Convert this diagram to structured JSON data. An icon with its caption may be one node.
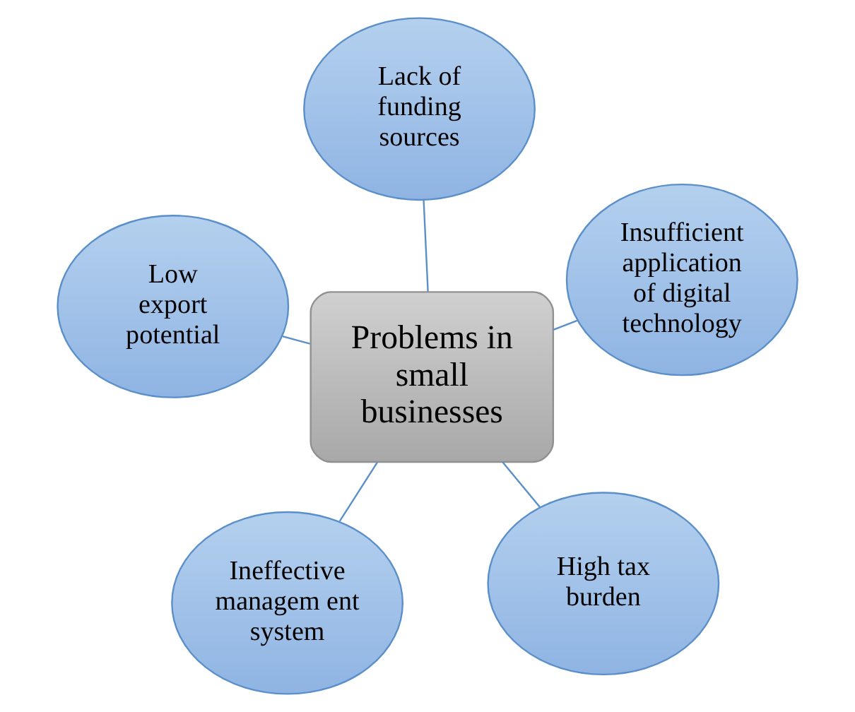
{
  "diagram": {
    "nodes": [
      {
        "text": [
          "Problems in small businesses"
        ]
      },
      {
        "text": [
          "High tax burden"
        ]
      },
      {
        "text": [
          "Ineffective managem ent system"
        ]
      },
      {
        "text": [
          "Low export potential"
        ]
      },
      {
        "text": [
          "Insufficient application of digital technology"
        ]
      },
      {
        "text": [
          "Lack of funding sources"
        ]
      }
    ],
    "edges": [
      {
        "from": 0,
        "to": 1,
        "arrow": "none"
      },
      {
        "from": 0,
        "to": 2,
        "arrow": "none"
      },
      {
        "from": 0,
        "to": 3,
        "arrow": "none"
      },
      {
        "from": 0,
        "to": 4,
        "arrow": "none"
      },
      {
        "from": 0,
        "to": 5,
        "arrow": "none"
      }
    ]
  }
}
